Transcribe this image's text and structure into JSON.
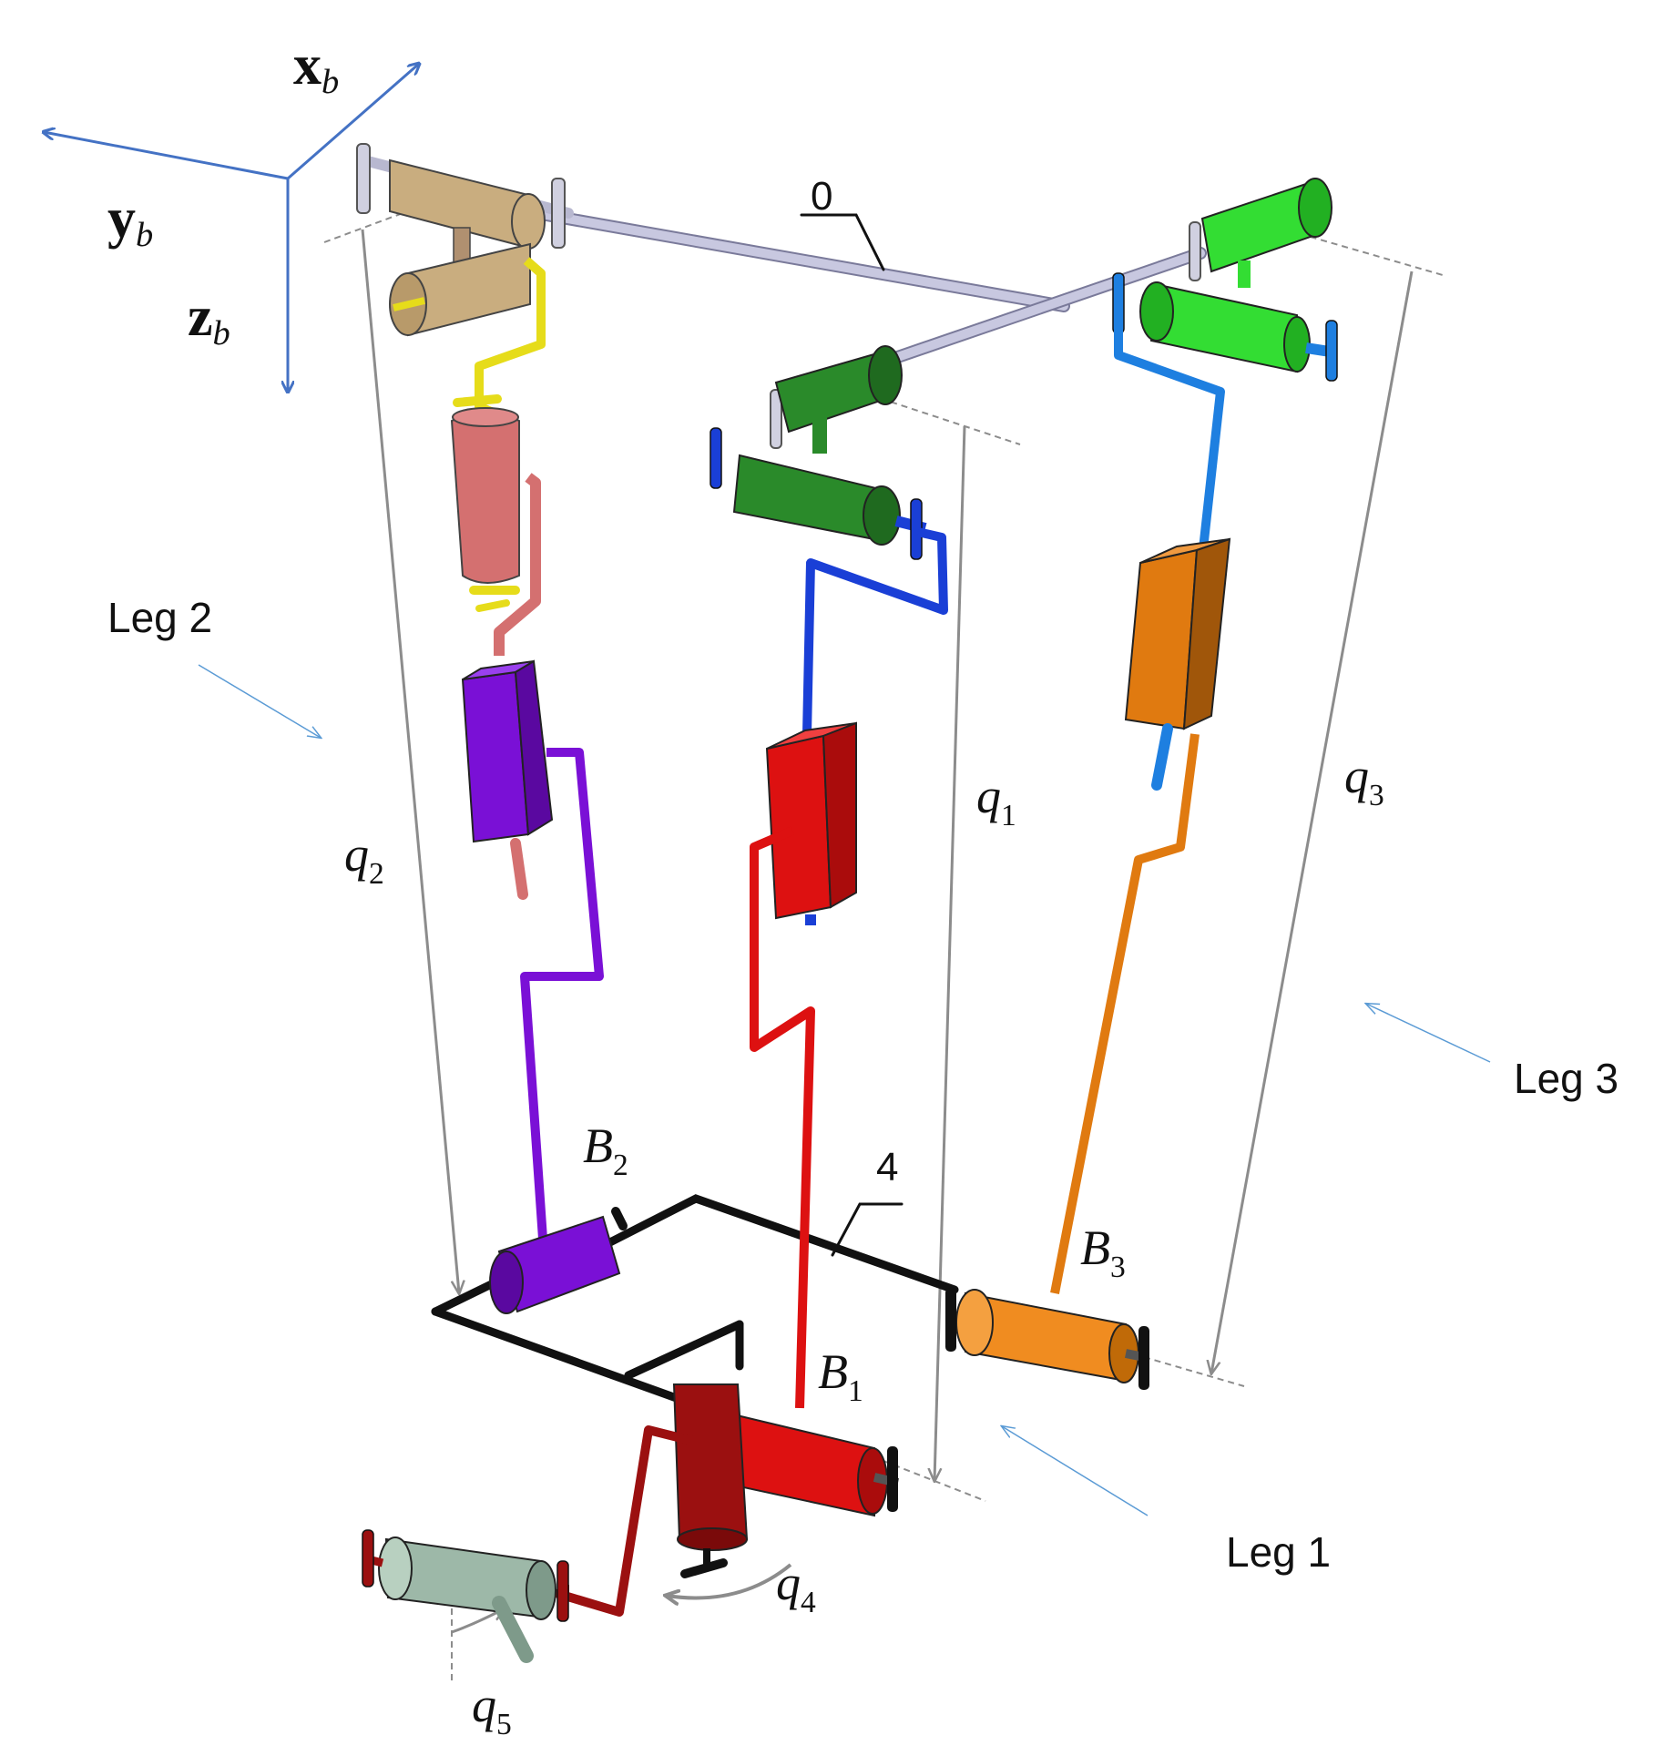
{
  "axes": {
    "x": {
      "main": "x",
      "sub": "b"
    },
    "y": {
      "main": "y",
      "sub": "b"
    },
    "z": {
      "main": "z",
      "sub": "b"
    }
  },
  "legs": {
    "leg1": "Leg 1",
    "leg2": "Leg 2",
    "leg3": "Leg 3"
  },
  "joints": {
    "q1": {
      "main": "q",
      "sub": "1"
    },
    "q2": {
      "main": "q",
      "sub": "2"
    },
    "q3": {
      "main": "q",
      "sub": "3"
    },
    "q4": {
      "main": "q",
      "sub": "4"
    },
    "q5": {
      "main": "q",
      "sub": "5"
    }
  },
  "points": {
    "B1": {
      "main": "B",
      "sub": "1"
    },
    "B2": {
      "main": "B",
      "sub": "2"
    },
    "B3": {
      "main": "B",
      "sub": "3"
    }
  },
  "link_ids": {
    "base": "0",
    "platform": "4"
  },
  "colors": {
    "axis": "#4472c4",
    "leader_arrow": "#5b9bd5",
    "dimension": "#8c8c8c",
    "base_bar": "#c8c8e0",
    "platform_bar": "#111111",
    "leg1_upper": "#2a8a2a",
    "leg1_link": "#1a3fd6",
    "leg1_prismatic": "#dd1111",
    "leg2_upper": "#c9ad7f",
    "leg2_link_yellow": "#e6dc1a",
    "leg2_pink": "#d47070",
    "leg2_prismatic": "#7a10d6",
    "leg3_upper": "#33dd33",
    "leg3_link": "#1e7fe0",
    "leg3_prismatic": "#e07a10",
    "end_effector": "#9db8a8",
    "wrist": "#9b1010"
  }
}
